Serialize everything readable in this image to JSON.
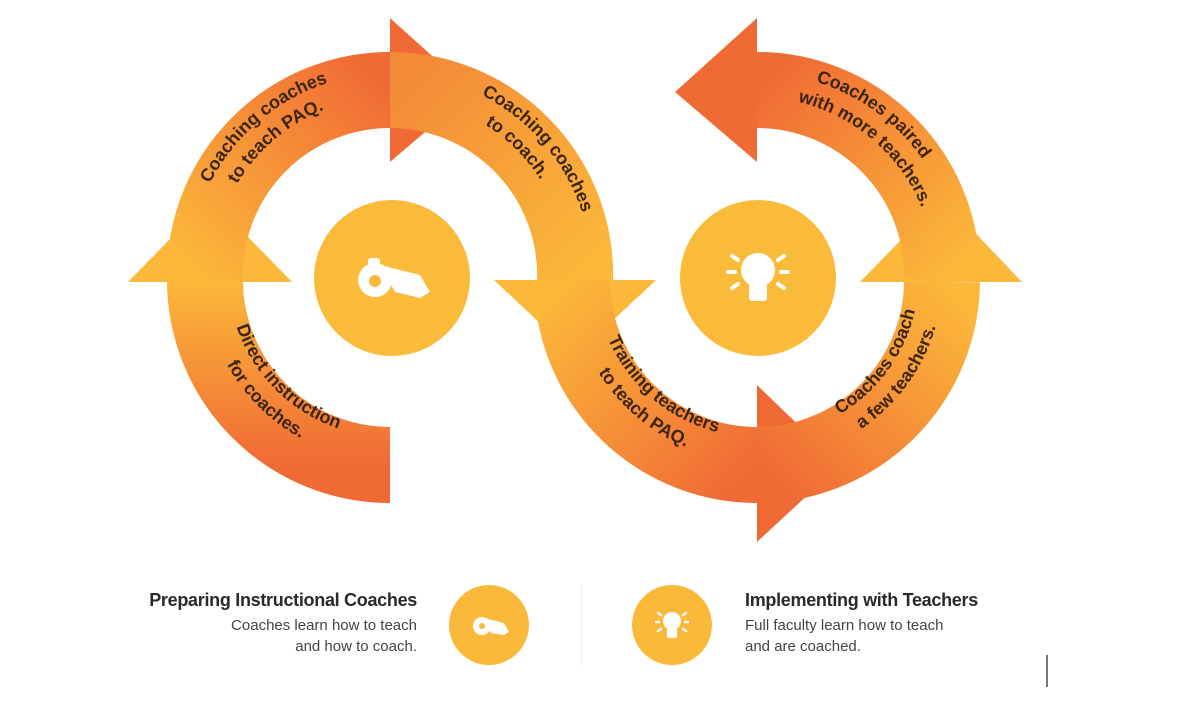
{
  "colors": {
    "orange": "#f06a35",
    "yellow": "#fbb83a",
    "circle": "#fbbb3a"
  },
  "arrows": [
    {
      "line1": "Direct instruction",
      "line2": "for coaches."
    },
    {
      "line1": "Coaching coaches",
      "line2": "to teach PAQ."
    },
    {
      "line1": "Coaching coaches",
      "line2": "to coach."
    },
    {
      "line1": "Training teachers",
      "line2": "to teach PAQ."
    },
    {
      "line1": "Coaches coach",
      "line2": "a few teachers."
    },
    {
      "line1": "Coaches paired",
      "line2": "with more teachers."
    }
  ],
  "icons": {
    "left": "whistle-icon",
    "right": "lightbulb-icon"
  },
  "legend": {
    "left": {
      "title": "Preparing Instructional Coaches",
      "line1": "Coaches learn how to teach",
      "line2": "and how to coach."
    },
    "right": {
      "title": "Implementing with Teachers",
      "line1": "Full faculty learn how to teach",
      "line2": "and are coached."
    }
  }
}
